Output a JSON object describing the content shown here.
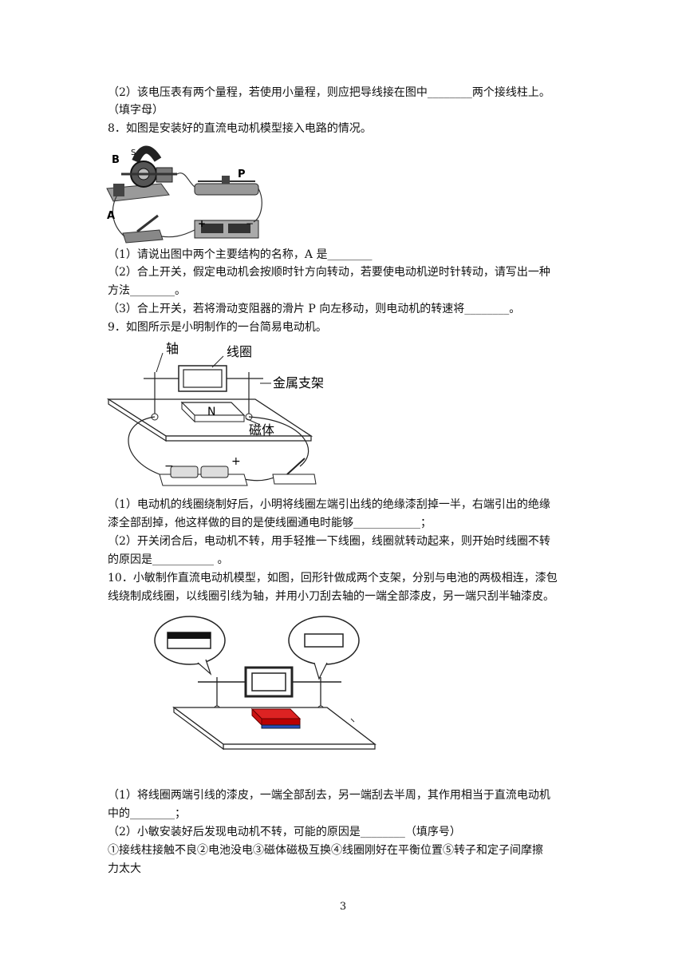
{
  "lines": {
    "l1": "（2）该电压表有两个量程，若使用小量程，则应把导线接在图中________两个接线柱上。",
    "l2": "（填字母）",
    "q8": "8．如图是安装好的直流电动机模型接入电路的情况。",
    "q8_1": "（1）请说出图中两个主要结构的名称，A 是________",
    "q8_2a": "（2）合上开关，假定电动机会按顺时针方向转动，若要使电动机逆时针转动，请写出一种",
    "q8_2b": "方法________。",
    "q8_3": "（3）合上开关，若将滑动变阻器的滑片 P 向左移动，则电动机的转速将________。",
    "q9": "9．如图所示是小明制作的一台简易电动机。",
    "q9_1a": "（1）电动机的线圈绕制好后，小明将线圈左端引出线的绝缘漆刮掉一半，右端引出的绝缘",
    "q9_1b": "漆全部刮掉，他这样做的目的是使线圈通电时能够____________；",
    "q9_2a": "（2）开关闭合后，电动机不转，用手轻推一下线圈，线圈就转动起来，则开始时线圈不转",
    "q9_2b": "的原因是___________ 。",
    "q10a": "10．小敏制作直流电动机模型，如图，回形针做成两个支架，分别与电池的两极相连，漆包",
    "q10b": "线绕制成线圈，以线圈引线为轴，并用小刀刮去轴的一端全部漆皮，另一端只刮半轴漆皮。",
    "q10_1a": "（1）将线圈两端引线的漆皮，一端全部刮去，另一端刮去半周，其作用相当于直流电动机",
    "q10_1b": "中的________；",
    "q10_2": "（2）小敏安装好后发现电动机不转，可能的原因是________（填序号）",
    "q10_opts_a": "①接线柱接触不良②电池没电③磁体磁极互换④线圈刚好在平衡位置⑤转子和定子间摩擦",
    "q10_opts_b": "力太大"
  },
  "fig8_labels": {
    "b": "B",
    "s": "S",
    "a": "A",
    "p": "P",
    "plus": "+",
    "minus": "−"
  },
  "fig9_labels": {
    "axis": "轴",
    "coil": "线圈",
    "bracket": "金属支架",
    "n": "N",
    "magnet": "磁体",
    "minus": "−",
    "plus": "+"
  },
  "page_number": "3"
}
